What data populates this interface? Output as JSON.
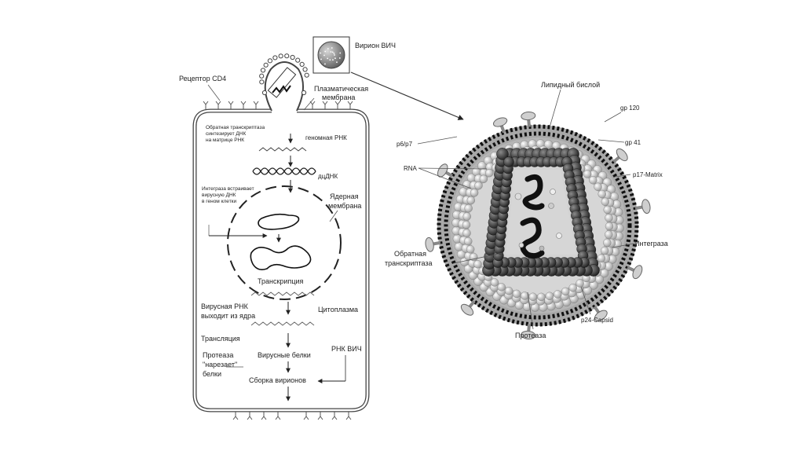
{
  "cell": {
    "receptor_label": "Рецептор CD4",
    "membrane_label_1": "Плазматическая",
    "membrane_label_2": "мембрана",
    "rt_note_1": "Обратная транскриптаза",
    "rt_note_2": "синтезирует ДНК",
    "rt_note_3": "на матрице РНК",
    "genomic_rna": "геномная РНК",
    "dsdna": "дцДНК",
    "integrase_note_1": "Интеграза встраивает",
    "integrase_note_2": "вирусную ДНК",
    "integrase_note_3": "в геном клетки",
    "nuclear_membrane_1": "Ядерная",
    "nuclear_membrane_2": "мембрана",
    "transcription": "Транскрипция",
    "viral_rna_exits_1": "Вирусная РНК",
    "viral_rna_exits_2": "выходит из ядра",
    "cytoplasm": "Цитоплазма",
    "translation": "Трансляция",
    "hiv_rna": "РНК ВИЧ",
    "protease_note_1": "Протеаза",
    "protease_note_2": "\"нарезает\"",
    "protease_note_3": "белки",
    "viral_proteins": "Вирусные белки",
    "assembly": "Сборка вирионов"
  },
  "virion_inset": {
    "label": "Вирион ВИЧ"
  },
  "virion": {
    "lipid_bilayer": "Липидный бислой",
    "gp120": "gp 120",
    "gp41": "gp 41",
    "p6p7": "p6/p7",
    "rna": "RNA",
    "p17": "p17-Matrix",
    "integrase": "Интеграза",
    "rt_1": "Обратная",
    "rt_2": "транскриптаза",
    "p24": "p24-Capsid",
    "protease": "Протеаза"
  }
}
